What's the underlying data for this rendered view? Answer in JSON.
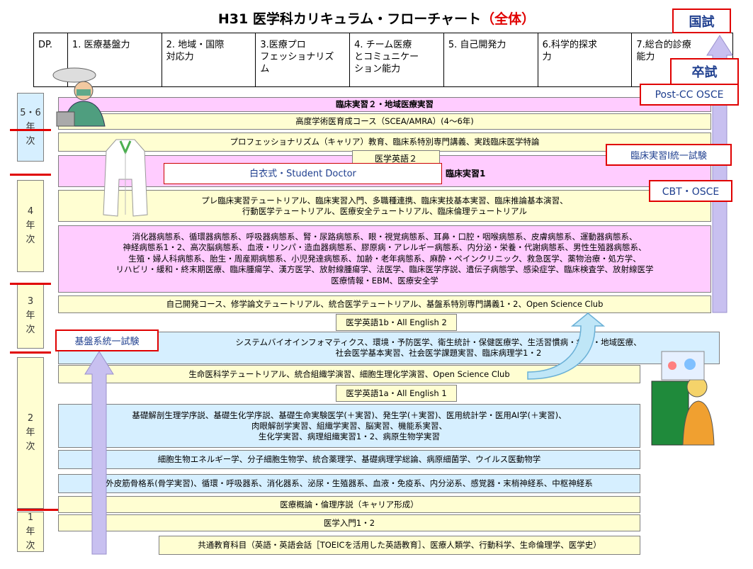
{
  "title": {
    "main": "H31 医学科カリキュラム・フローチャート",
    "sub": "（全体）"
  },
  "dp_table": [
    "DP.",
    "1. 医療基盤力",
    "2. 地域・国際\n対応力",
    "3.医療プロ\nフェッショナリズ\nム",
    "4. チーム医療\nとコミュニケー\nション能力",
    "5. 自己開発力",
    "6.科学的探求\n力",
    "7.総合的診療\n能力"
  ],
  "years": {
    "y56": "5・6\n年\n次",
    "y4": "4\n年\n次",
    "y3": "3\n年\n次",
    "y2": "2\n年\n次",
    "y1": "1\n年\n次"
  },
  "boxes": {
    "b1": "臨床実習２・地域医療実習",
    "b2": "高度学術医育成コース（SCEA/AMRA）(4～6年)",
    "b3": "プロフェッショナリズム（キャリア）教育、臨床系特別専門講義、実践臨床医学特論",
    "b4_english": "医学英語２",
    "b4_white": "白衣式・Student Doctor",
    "b4_clin": "臨床実習1",
    "b5": "プレ臨床実習テュートリアル、臨床実習入門、多職種連携、臨床実技基本実習、臨床推論基本演習、\n行動医学テュートリアル、医療安全テュートリアル、臨床倫理テュートリアル",
    "b6": "消化器病態系、循環器病態系、呼吸器病態系、腎・尿路病態系、眼・視覚病態系、耳鼻・口腔・咽喉病態系、皮膚病態系、運動器病態系、\n神経病態系1・2、高次脳病態系、血液・リンパ・造血器病態系、膠原病・アレルギー病態系、内分泌・栄養・代謝病態系、男性生殖器病態系、\n生殖・婦人科病態系、胎生・周産期病態系、小児発達病態系、加齢・老年病態系、麻酔・ペインクリニック、救急医学、薬物治療・処方学、\nリハビリ・緩和・終末期医療、臨床腫瘍学、漢方医学、放射線腫瘍学、法医学、臨床医学序説、遺伝子病態学、感染症学、臨床検査学、放射線医学\n医療情報・EBM、医療安全学",
    "b7": "自己開発コース、修学論文テュートリアル、統合医学テュートリアル、基盤系特別専門講義1・2、Open Science Club",
    "b8": "医学英語1b・All English 2",
    "b9": "システムバイオインフォマティクス、環境・予防医学、衛生統計・保健医療学、生活習慣病・疫学・地域医療、\n社会医学基本実習、社会医学課題実習、臨床病理学1・2",
    "b10": "生命医科学テュートリアル、統合組織学演習、細胞生理化学演習、Open Science Club",
    "b11": "医学英語1a・All English 1",
    "b12": "基礎解剖生理学序説、基礎生化学序説、基礎生命実験医学(＋実習)、発生学(＋実習)、医用統計学・医用AI学(＋実習)、\n肉眼解剖学実習、組織学実習、脳実習、機能系実習、\n生化学実習、病理組織実習1・2、病原生物学実習",
    "b13": "細胞生物エネルギー学、分子細胞生物学、統合薬理学、基礎病理学総論、病原細菌学、ウイルス医動物学",
    "b14": "外皮筋骨格系(骨学実習)、循環・呼吸器系、消化器系、泌尿・生殖器系、血液・免疫系、内分泌系、感覚器・末梢神経系、中枢神経系",
    "b15": "医療概論・倫理序説（キャリア形成）",
    "b16": "医学入門1・2",
    "b17": "共通教育科目（英語・英語会話［TOEICを活用した英語教育］、医療人類学、行動科学、生命倫理学、医学史）"
  },
  "exams": {
    "kokushi": "国試",
    "sotsushi": "卒試",
    "postcc": "Post-CC OSCE",
    "rinsho1": "臨床実習Ⅰ統一試験",
    "cbt": "CBT・OSCE",
    "kiban": "基盤系統一試験"
  },
  "colors": {
    "yellow": "#fffed2",
    "pink": "#ffccff",
    "blue": "#d6efff",
    "red": "#e00000",
    "navy": "#1f3f8f",
    "lavender": "#c8c0f0"
  }
}
